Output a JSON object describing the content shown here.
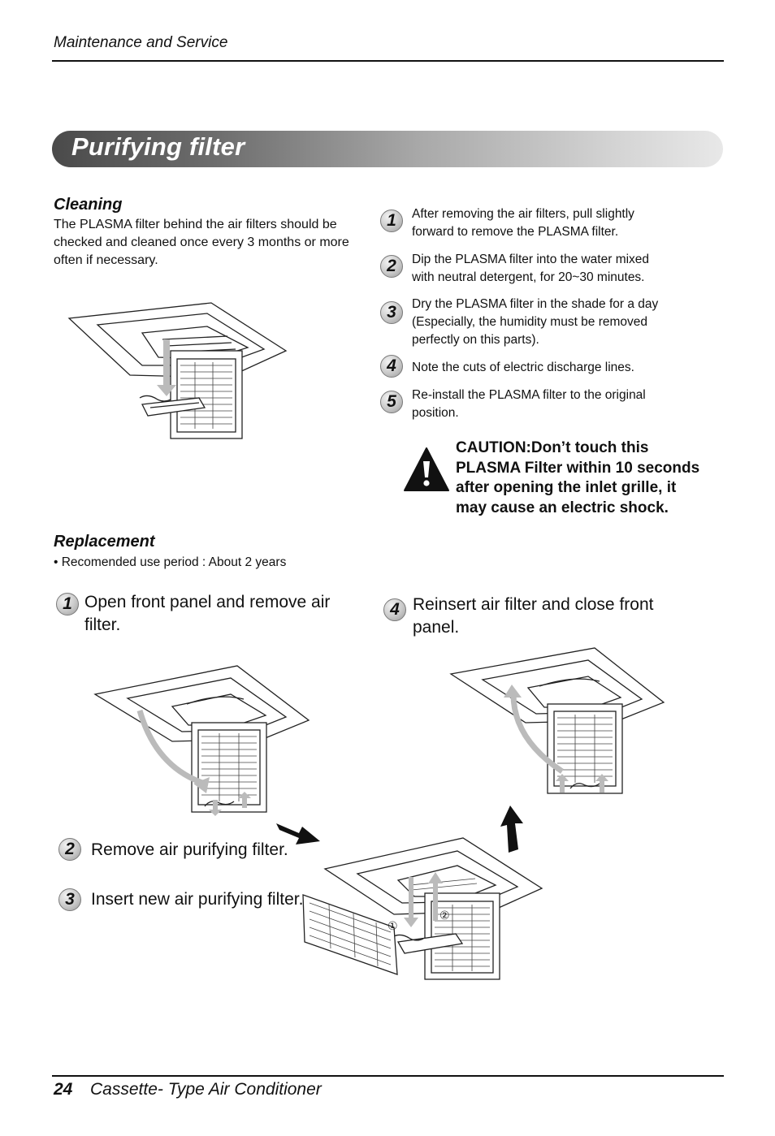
{
  "header": {
    "section": "Maintenance and Service"
  },
  "title": "Purifying filter",
  "cleaning": {
    "heading": "Cleaning",
    "text_lines": [
      "The PLASMA filter behind the air filters should be",
      "checked and cleaned once every 3 months or more",
      "often if necessary."
    ],
    "steps": [
      {
        "num": "1",
        "lines": [
          "After removing the air filters, pull slightly",
          "forward to remove the PLASMA filter."
        ]
      },
      {
        "num": "2",
        "lines": [
          "Dip the PLASMA filter into the water mixed",
          "with neutral detergent, for 20~30 minutes."
        ]
      },
      {
        "num": "3",
        "lines": [
          "Dry the PLASMA filter in the shade for a day",
          "(Especially, the humidity must be removed",
          "perfectly on this parts)."
        ]
      },
      {
        "num": "4",
        "lines": [
          "Note the cuts of electric discharge lines."
        ]
      },
      {
        "num": "5",
        "lines": [
          "Re-install the PLASMA filter to the original",
          "position."
        ]
      }
    ],
    "caution_lines": [
      "CAUTION:Don’t touch this",
      "PLASMA Filter within 10 seconds",
      "after opening the inlet grille, it",
      "may cause an electric shock."
    ],
    "icon": "warning-triangle-icon"
  },
  "replacement": {
    "heading": "Replacement",
    "note": "• Recomended use period : About 2 years",
    "steps": [
      {
        "num": "1",
        "lines": [
          "Open front panel and remove air",
          "filter."
        ]
      },
      {
        "num": "2",
        "lines": [
          "Remove air purifying filter."
        ]
      },
      {
        "num": "3",
        "lines": [
          "Insert new air purifying filter."
        ]
      },
      {
        "num": "4",
        "lines": [
          "Reinsert air filter and close front",
          "panel."
        ]
      }
    ],
    "diagram_marks": [
      "①",
      "②"
    ]
  },
  "footer": {
    "page": "24",
    "title": "Cassette- Type Air Conditioner"
  }
}
